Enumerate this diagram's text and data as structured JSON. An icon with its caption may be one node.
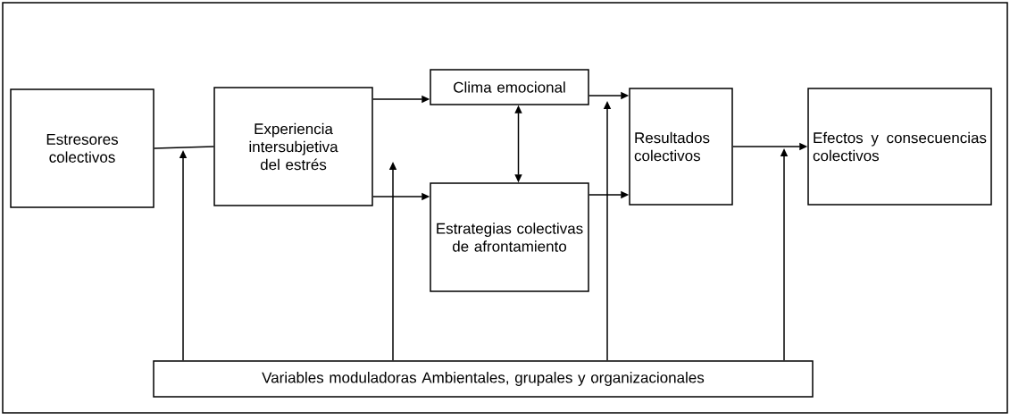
{
  "diagram": {
    "nodes": [
      {
        "text": [
          "Estresores colectivos"
        ]
      },
      {
        "text": [
          "Experiencia intersubjetiva del estrés"
        ]
      },
      {
        "text": [
          "Clima emocional"
        ]
      },
      {
        "text": [
          "Estrategias colectivas de afrontamiento"
        ]
      },
      {
        "text": [
          "Resultados colectivos"
        ]
      },
      {
        "text": [
          "Efectos y consecuencias colectivos"
        ]
      },
      {
        "text": [
          "Variables moduladoras Ambientales, grupales y organizacionales"
        ]
      }
    ],
    "edges": [
      {
        "from": 0,
        "to": 1,
        "arrow": "none"
      },
      {
        "from": 1,
        "to": 2,
        "arrow": "to"
      },
      {
        "from": 1,
        "to": 3,
        "arrow": "to"
      },
      {
        "from": 2,
        "to": 3,
        "arrow": "both"
      },
      {
        "from": 2,
        "to": 4,
        "arrow": "to"
      },
      {
        "from": 3,
        "to": 4,
        "arrow": "to"
      },
      {
        "from": 4,
        "to": 5,
        "arrow": "to"
      },
      {
        "from": 6,
        "to": null,
        "arrow": "to"
      },
      {
        "from": 6,
        "to": null,
        "arrow": "to"
      },
      {
        "from": 6,
        "to": null,
        "arrow": "to"
      },
      {
        "from": 6,
        "to": null,
        "arrow": "to"
      }
    ]
  }
}
